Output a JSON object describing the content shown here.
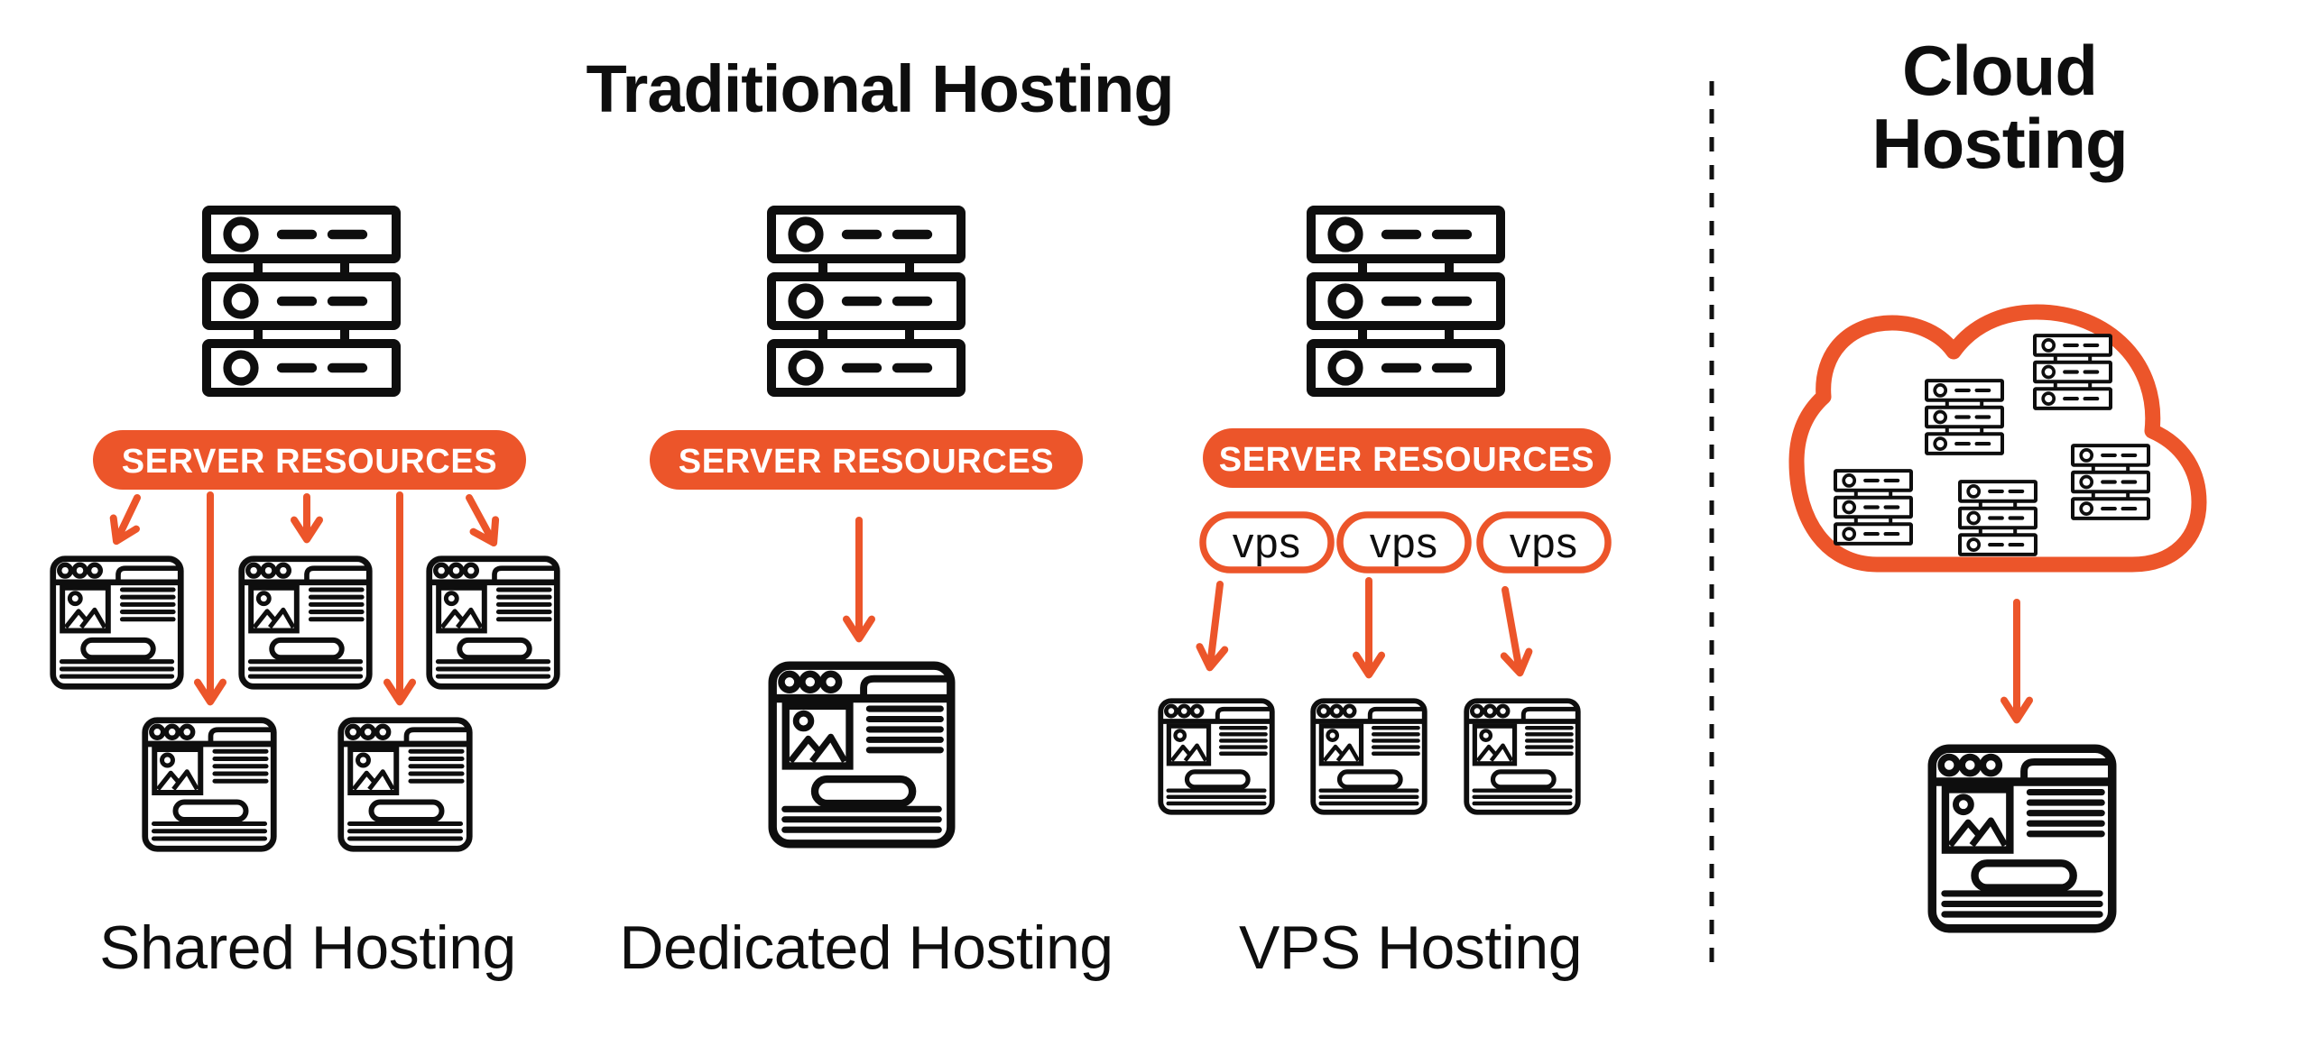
{
  "traditional": {
    "title": "Traditional Hosting",
    "columns": [
      {
        "id": "shared",
        "label": "Shared Hosting",
        "resource_pill": "SERVER RESOURCES",
        "websites_row1": 3,
        "websites_row2": 2
      },
      {
        "id": "dedicated",
        "label": "Dedicated Hosting",
        "resource_pill": "SERVER RESOURCES",
        "websites": 1
      },
      {
        "id": "vps",
        "label": "VPS Hosting",
        "resource_pill": "SERVER RESOURCES",
        "vps_pills": [
          "vps",
          "vps",
          "vps"
        ],
        "websites": 3
      }
    ]
  },
  "cloud": {
    "title_line1": "Cloud",
    "title_line2": "Hosting",
    "servers_in_cloud": 5,
    "websites": 1
  },
  "colors": {
    "accent_orange": "#ec552a",
    "ink_black": "#0e0e0e",
    "pill_text": "#ffffff",
    "background": "#ffffff"
  },
  "icons": {
    "server_stack": "rack-server-outline",
    "browser": "webpage-window-outline",
    "cloud": "cloud-outline",
    "arrow": "orange-down-arrow",
    "divider": "dashed-vertical-line"
  }
}
